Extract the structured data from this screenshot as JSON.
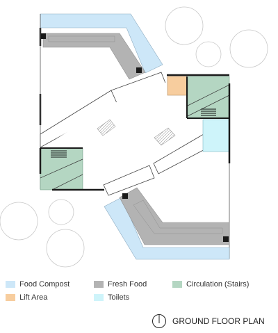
{
  "colors": {
    "food_compost": "#cde7f8",
    "fresh_food": "#b3b3b3",
    "circulation": "#b4d6c2",
    "lift": "#f7cd9e",
    "toilets": "#cef4fa",
    "wall": "#1a1a1a",
    "tree_outline": "#c8c8c8"
  },
  "legend": [
    {
      "label": "Food Compost",
      "color": "#cde7f8"
    },
    {
      "label": "Fresh Food",
      "color": "#b3b3b3"
    },
    {
      "label": "Circulation (Stairs)",
      "color": "#b4d6c2"
    },
    {
      "label": "Lift Area",
      "color": "#f7cd9e"
    },
    {
      "label": "Toilets",
      "color": "#cef4fa"
    }
  ],
  "caption": {
    "title": "GROUND FLOOR PLAN",
    "icon": "north-arrow-icon"
  }
}
